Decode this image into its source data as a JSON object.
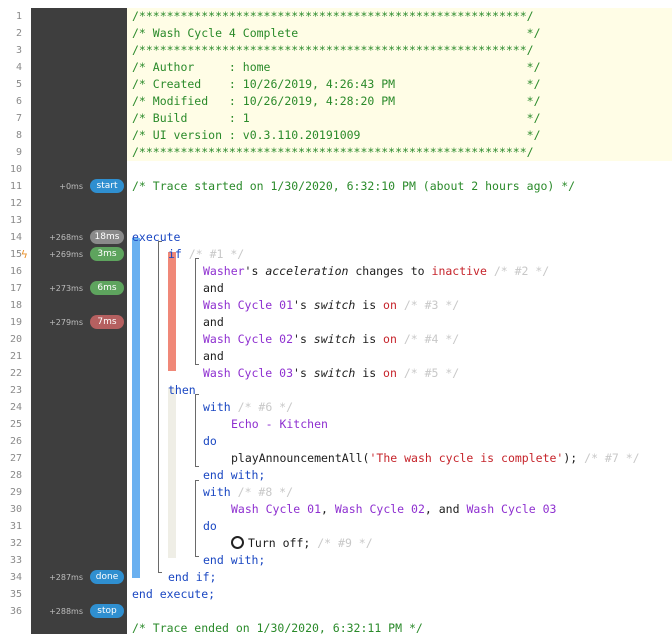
{
  "line_numbers": [
    "1",
    "2",
    "3",
    "4",
    "5",
    "6",
    "7",
    "8",
    "9",
    "10",
    "11",
    "12",
    "13",
    "14",
    "15",
    "16",
    "17",
    "18",
    "19",
    "20",
    "21",
    "22",
    "23",
    "24",
    "25",
    "26",
    "27",
    "28",
    "29",
    "30",
    "31",
    "32",
    "33",
    "34",
    "35",
    "36"
  ],
  "timings": [
    {
      "row": 11,
      "time": "+0ms",
      "badge": "start",
      "color": "#2f8fd0"
    },
    {
      "row": 14,
      "time": "+268ms",
      "badge": "18ms",
      "color": "#8a8a8a"
    },
    {
      "row": 15,
      "time": "+269ms",
      "badge": "3ms",
      "color": "#5ea45e"
    },
    {
      "row": 17,
      "time": "+273ms",
      "badge": "6ms",
      "color": "#5ea45e"
    },
    {
      "row": 19,
      "time": "+279ms",
      "badge": "7ms",
      "color": "#b56060"
    },
    {
      "row": 34,
      "time": "+287ms",
      "badge": "done",
      "color": "#2f8fd0"
    },
    {
      "row": 36,
      "time": "+288ms",
      "badge": "stop",
      "color": "#2f8fd0"
    }
  ],
  "header": {
    "border": "/********************************************************/",
    "title": "/* Wash Cycle 4 Complete                                 */",
    "author": "/* Author     : home                                     */",
    "created": "/* Created    : 10/26/2019, 4:26:43 PM                   */",
    "modified": "/* Modified   : 10/26/2019, 4:28:20 PM                   */",
    "build": "/* Build      : 1                                        */",
    "ui_version": "/* UI version : v0.3.110.20191009                        */"
  },
  "trace_start": "/* Trace started on 1/30/2020, 6:32:10 PM (about 2 hours ago) */",
  "trace_end": "/* Trace ended on 1/30/2020, 6:32:11 PM */",
  "code": {
    "execute": "execute",
    "if": "if",
    "c1": "/* #1 */",
    "cond1_dev": "Washer",
    "cond1_possess": "'s ",
    "cond1_attr": "acceleration",
    "cond1_op": " changes to ",
    "cond1_val": "inactive",
    "c2": "/* #2 */",
    "and": "and",
    "cond2_dev": "Wash Cycle 01",
    "cond2_possess": "'s ",
    "cond2_attr": "switch",
    "cond2_op": " is ",
    "cond2_val": "on",
    "c3": "/* #3 */",
    "cond3_dev": "Wash Cycle 02",
    "cond3_attr": "switch",
    "cond3_val": "on",
    "c4": "/* #4 */",
    "cond4_dev": "Wash Cycle 03",
    "cond4_attr": "switch",
    "cond4_val": "on",
    "c5": "/* #5 */",
    "then": "then",
    "with": "with",
    "c6": "/* #6 */",
    "with1_dev": "Echo - Kitchen",
    "do": "do",
    "cmd1_name": "playAnnouncementAll(",
    "cmd1_arg": "'The wash cycle is complete'",
    "cmd1_end": ");",
    "c7": "/* #7 */",
    "end_with": "end with;",
    "c8": "/* #8 */",
    "with2_dev_a": "Wash Cycle 01",
    "with2_sep1": ", ",
    "with2_dev_b": "Wash Cycle 02",
    "with2_sep2": ", and ",
    "with2_dev_c": "Wash Cycle 03",
    "cmd2": "Turn off;",
    "c9": "/* #9 */",
    "end_if": "end if;",
    "end_execute": "end execute;"
  },
  "colors": {
    "timing_bg": "#3e3e3e",
    "header_bg": "#fffde6",
    "execute_bar": "#6ab0f0",
    "if_bar": "#f08878",
    "then_bar": "#efeee6"
  }
}
